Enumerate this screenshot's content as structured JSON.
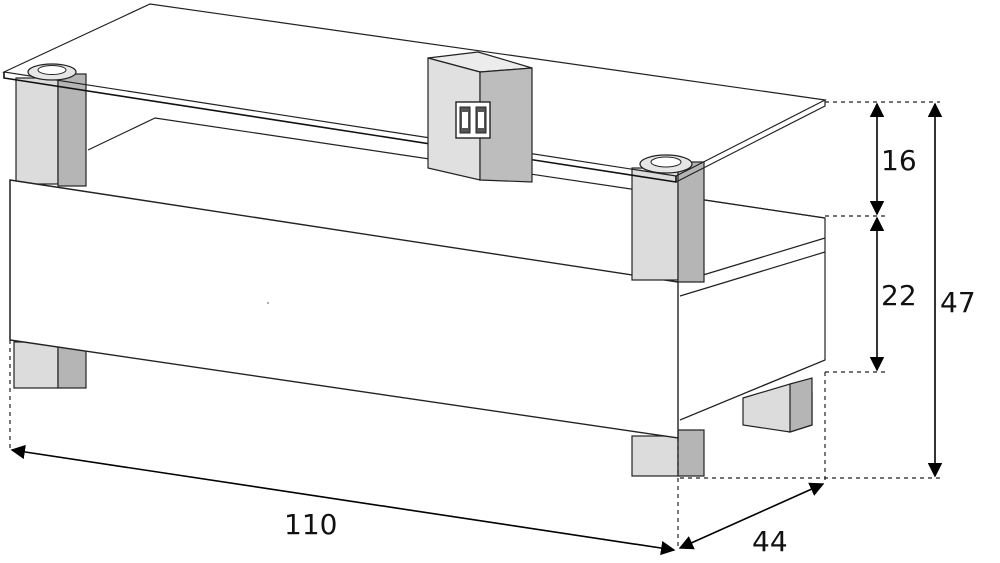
{
  "dimensions": {
    "width": "110",
    "depth": "44",
    "height_total": "47",
    "height_upper": "16",
    "height_lower": "22"
  },
  "colors": {
    "outline": "#222222",
    "leg_light": "#dcdcdc",
    "leg_dark": "#b5b5b5",
    "glass": "#ffffff",
    "connector_light": "#e0e0e0",
    "connector_dark": "#bdbdbd"
  }
}
